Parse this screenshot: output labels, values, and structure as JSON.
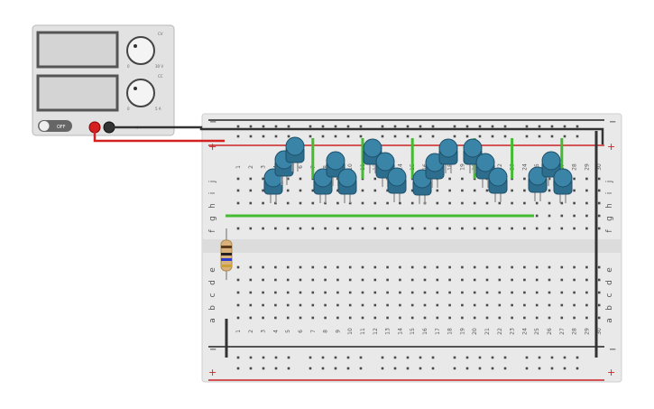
{
  "power_supply": {
    "switch_label": "OFF",
    "voltage_knob": {
      "min_label": "0",
      "max_label": "30 V",
      "mode_label": "CV"
    },
    "current_knob": {
      "min_label": "0",
      "max_label": "5 A",
      "mode_label": "CC"
    },
    "output_label": "+   -"
  },
  "breadboard": {
    "rail_labels": {
      "minus": "−",
      "plus": "+"
    },
    "row_letters_top": [
      "j",
      "i",
      "h",
      "g",
      "f"
    ],
    "row_letters_bottom": [
      "e",
      "d",
      "c",
      "b",
      "a"
    ],
    "column_numbers": [
      "1",
      "2",
      "3",
      "4",
      "5",
      "6",
      "7",
      "8",
      "9",
      "10",
      "11",
      "12",
      "13",
      "14",
      "15",
      "16",
      "17",
      "18",
      "19",
      "20",
      "21",
      "22",
      "23",
      "24",
      "25",
      "26",
      "27",
      "28",
      "29",
      "30"
    ]
  },
  "colors": {
    "wire_red": "#d42020",
    "wire_black": "#333333",
    "wire_green": "#44bb33",
    "led_blue": "#2d6e8e",
    "board": "#e9e9e9"
  }
}
